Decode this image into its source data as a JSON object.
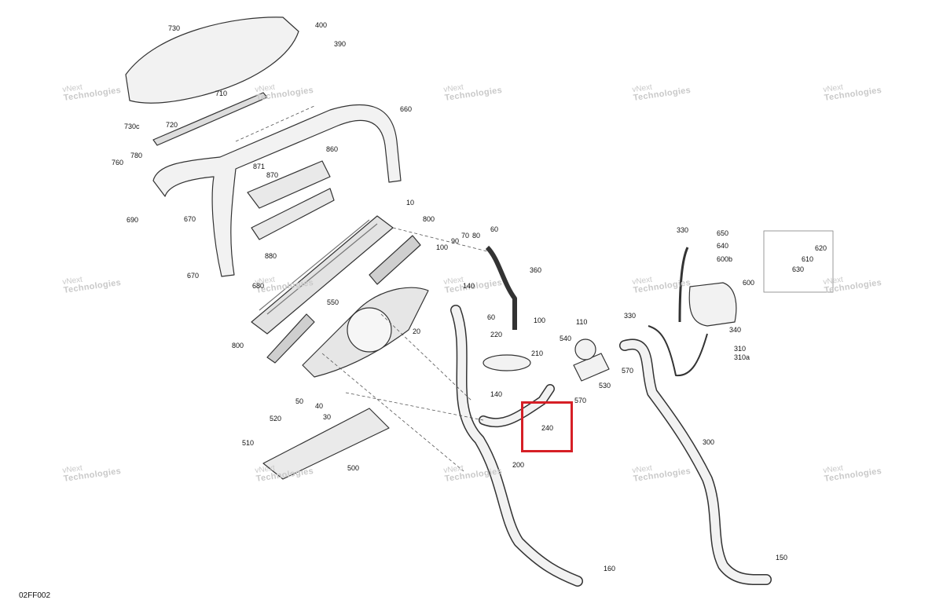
{
  "diagram_code": "02FF002",
  "highlight_color": "#d61f26",
  "highlighted_part": "240",
  "watermark": {
    "line1": "vNext",
    "line2": "Technologies"
  },
  "callouts": [
    "730",
    "400",
    "390",
    "710",
    "730c",
    "720",
    "660",
    "780",
    "760",
    "871",
    "870",
    "860",
    "690",
    "670",
    "10",
    "800",
    "880",
    "90",
    "70",
    "80",
    "60",
    "100",
    "670",
    "680",
    "20",
    "550",
    "140",
    "360",
    "60",
    "100",
    "800",
    "220",
    "210",
    "540",
    "110",
    "330",
    "650",
    "640",
    "600b",
    "600",
    "620",
    "610",
    "630",
    "330",
    "340",
    "310",
    "310a",
    "570",
    "530",
    "570",
    "50",
    "40",
    "30",
    "140",
    "240",
    "520",
    "510",
    "500",
    "200",
    "300",
    "160",
    "150"
  ]
}
